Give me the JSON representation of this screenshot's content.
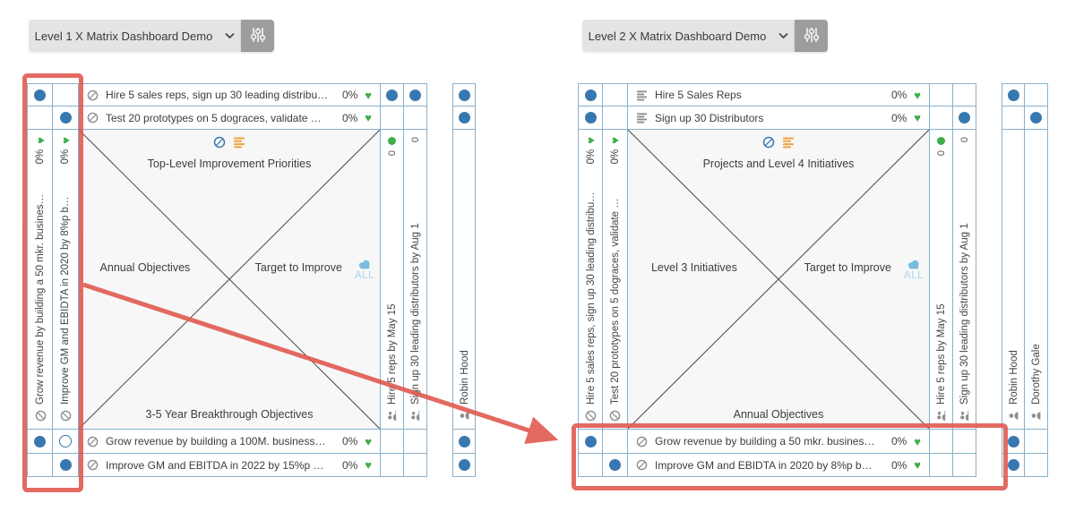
{
  "colors": {
    "grid_border": "#8ab0cb",
    "relation_dot_blue": "#3878b0",
    "status_green": "#3fae49",
    "icon_gray": "#8e8e8e",
    "icon_orange": "#efa23d",
    "icon_blue": "#3878b0",
    "all_light_blue": "#a8d6ee",
    "cloud_blue": "#79bce0",
    "annotation_red": "#e0564c",
    "selector_bg": "#e4e4e4",
    "selector_btn_bg": "#9d9d9d",
    "center_bg": "#f7f7f8"
  },
  "panels": [
    {
      "selector": {
        "label": "Level 1 X Matrix Dashboard Demo"
      },
      "center": {
        "icons": [
          "circle-slash-icon",
          "list-icon"
        ],
        "top_label": "Top-Level Improvement Priorities",
        "left_label": "Annual Objectives",
        "right_label": "Target to Improve",
        "bottom_label": "3-5 Year Breakthrough Objectives",
        "all_icon": "cloud-icon",
        "all_label": "ALL"
      },
      "top_rows": [
        {
          "icon": "circle-slash-icon",
          "text": "Hire 5 sales reps, sign up 30 leading distribu…",
          "pct": "0%",
          "status_icon": "heart-icon"
        },
        {
          "icon": "circle-slash-icon",
          "text": "Test 20 prototypes on 5 dograces, validate …",
          "pct": "0%",
          "status_icon": "heart-icon"
        }
      ],
      "bottom_rows": [
        {
          "icon": "circle-slash-icon",
          "text": "Grow revenue by building a 100M. business…",
          "pct": "0%",
          "status_icon": "heart-icon"
        },
        {
          "icon": "circle-slash-icon",
          "text": "Improve GM and EBITDA in 2022 by 15%p …",
          "pct": "0%",
          "status_icon": "heart-icon"
        }
      ],
      "left_cols": [
        {
          "icon": "circle-slash-icon",
          "text": "Grow revenue by building a 50 mkr. busines…",
          "pct": "0%",
          "status_icon": "heart-icon"
        },
        {
          "icon": "circle-slash-icon",
          "text": "Improve GM and EBIDTA in 2020 by 8%p b…",
          "pct": "0%",
          "status_icon": "heart-icon"
        }
      ],
      "right_cols": [
        {
          "icon": "users-icon",
          "text": "Hire 5 reps by May 15",
          "count": "0",
          "green_dot": true
        },
        {
          "icon": "users-icon",
          "text": "Sign up 30 leading distributors by Aug 1",
          "count": "0",
          "green_dot": false
        }
      ],
      "owner_cols": [
        {
          "icon": "person-icon",
          "text": "Robin Hood"
        }
      ],
      "marks": {
        "top_left": [
          [
            "dot",
            ""
          ],
          [
            "",
            "dot"
          ]
        ],
        "top_right": [
          [
            "dot",
            "dot"
          ],
          [
            "",
            ""
          ]
        ],
        "top_owner": [
          [
            "dot"
          ],
          [
            "dot"
          ]
        ],
        "bottom_left": [
          [
            "dot",
            "ring"
          ],
          [
            "",
            "dot"
          ]
        ],
        "bottom_right": [
          [
            "",
            ""
          ],
          [
            "",
            ""
          ]
        ],
        "bottom_owner": [
          [
            "dot"
          ],
          [
            "dot"
          ]
        ]
      }
    },
    {
      "selector": {
        "label": "Level 2 X Matrix Dashboard Demo"
      },
      "center": {
        "icons": [
          "circle-slash-icon",
          "list-icon"
        ],
        "top_label": "Projects and Level 4 Initiatives",
        "left_label": "Level 3 Initiatives",
        "right_label": "Target to Improve",
        "bottom_label": "Annual Objectives",
        "all_icon": "cloud-icon",
        "all_label": "ALL"
      },
      "top_rows": [
        {
          "icon": "list-icon",
          "text": "Hire 5 Sales Reps",
          "pct": "0%",
          "status_icon": "heart-icon"
        },
        {
          "icon": "list-icon",
          "text": "Sign up 30 Distributors",
          "pct": "0%",
          "status_icon": "heart-icon"
        }
      ],
      "bottom_rows": [
        {
          "icon": "circle-slash-icon",
          "text": "Grow revenue by building a 50 mkr. busines…",
          "pct": "0%",
          "status_icon": "heart-icon"
        },
        {
          "icon": "circle-slash-icon",
          "text": "Improve GM and EBIDTA in 2020 by 8%p b…",
          "pct": "0%",
          "status_icon": "heart-icon"
        }
      ],
      "left_cols": [
        {
          "icon": "circle-slash-icon",
          "text": "Hire 5 sales reps, sign up 30 leading distribu…",
          "pct": "0%",
          "status_icon": "heart-icon"
        },
        {
          "icon": "circle-slash-icon",
          "text": "Test 20 prototypes on 5 dograces, validate …",
          "pct": "0%",
          "status_icon": "heart-icon"
        }
      ],
      "right_cols": [
        {
          "icon": "users-icon",
          "text": "Hire 5 reps by May 15",
          "count": "0",
          "green_dot": true
        },
        {
          "icon": "users-icon",
          "text": "Sign up 30 leading distributors by Aug 1",
          "count": "0",
          "green_dot": false
        }
      ],
      "owner_cols": [
        {
          "icon": "person-icon",
          "text": "Robin Hood"
        },
        {
          "icon": "person-icon",
          "text": "Dorothy Gale"
        }
      ],
      "marks": {
        "top_left": [
          [
            "dot",
            ""
          ],
          [
            "dot",
            ""
          ]
        ],
        "top_right": [
          [
            "",
            ""
          ],
          [
            "",
            "dot"
          ]
        ],
        "top_owner": [
          [
            "dot",
            ""
          ],
          [
            "",
            "dot"
          ]
        ],
        "bottom_left": [
          [
            "dot",
            ""
          ],
          [
            "",
            "dot"
          ]
        ],
        "bottom_right": [
          [
            "",
            ""
          ],
          [
            "",
            ""
          ]
        ],
        "bottom_owner": [
          [
            "dot",
            ""
          ],
          [
            "dot",
            ""
          ]
        ]
      }
    }
  ],
  "annotation": {
    "color": "#e0564c",
    "highlight_left_columns_panel1": true,
    "highlight_bottom_rows_panel2": true,
    "arrow_between_highlights": true
  }
}
